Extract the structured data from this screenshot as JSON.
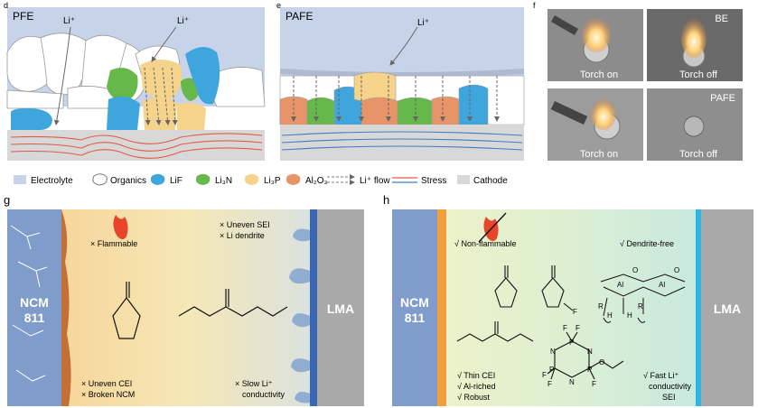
{
  "panels": {
    "d": {
      "letter": "d",
      "title": "PFE",
      "ion_left": "Li⁺",
      "ion_right": "Li⁺"
    },
    "e": {
      "letter": "e",
      "title": "PAFE",
      "ion": "Li⁺"
    },
    "f": {
      "letter": "f",
      "photos": [
        {
          "caption": "Torch on",
          "tag": ""
        },
        {
          "caption": "Torch off",
          "tag": "BE"
        },
        {
          "caption": "Torch on",
          "tag": ""
        },
        {
          "caption": "Torch off",
          "tag": "PAFE"
        }
      ]
    },
    "g": {
      "letter": "g",
      "cathode": [
        "NCM",
        "811"
      ],
      "anode": "LMA",
      "flame_note": "× Flammable",
      "sei_notes": [
        "× Uneven SEI",
        "× Li dendrite"
      ],
      "cei_notes": [
        "× Uneven CEI",
        "× Broken NCM"
      ],
      "conductivity_notes": [
        "× Slow Li⁺",
        "conductivity"
      ]
    },
    "h": {
      "letter": "h",
      "cathode": [
        "NCM",
        "811"
      ],
      "anode": "LMA",
      "flame_note": "√ Non-flammable",
      "dendrite_note": "√ Dendrite-free",
      "cei_notes": [
        "√ Thin CEI",
        "√ Al-riched",
        "√ Robust"
      ],
      "conductivity_notes": [
        "√ Fast Li⁺",
        "conductivity",
        "SEI"
      ],
      "mol_atoms": {
        "F": "F",
        "N": "N",
        "P": "P",
        "Al": "Al",
        "O": "O",
        "R": "R",
        "H": "H"
      }
    }
  },
  "legend": [
    {
      "label": "Electrolyte",
      "color": "#c7d3e8"
    },
    {
      "label": "Organics",
      "color": "#ffffff"
    },
    {
      "label": "LiF",
      "color": "#3ea6dc"
    },
    {
      "label": "Li₃N",
      "color": "#67b84a"
    },
    {
      "label": "Li₃P",
      "color": "#f5d38a"
    },
    {
      "label": "Al₂O₃",
      "color": "#e79468"
    },
    {
      "label": "Li⁺ flow",
      "color": "#777777"
    },
    {
      "label": "Stress",
      "color": "#e05a4a"
    },
    {
      "label": "Cathode",
      "color": "#d8d8d8"
    }
  ],
  "colors": {
    "electrolyte": "#c7d3e8",
    "lif": "#3ea6dc",
    "li3n": "#67b84a",
    "li3p": "#f5d38a",
    "al2o3": "#e79468",
    "cathode": "#d8d8d8",
    "ncm": "#7f9ccb",
    "lma": "#a9a9a9",
    "flame": "#e8452c"
  }
}
